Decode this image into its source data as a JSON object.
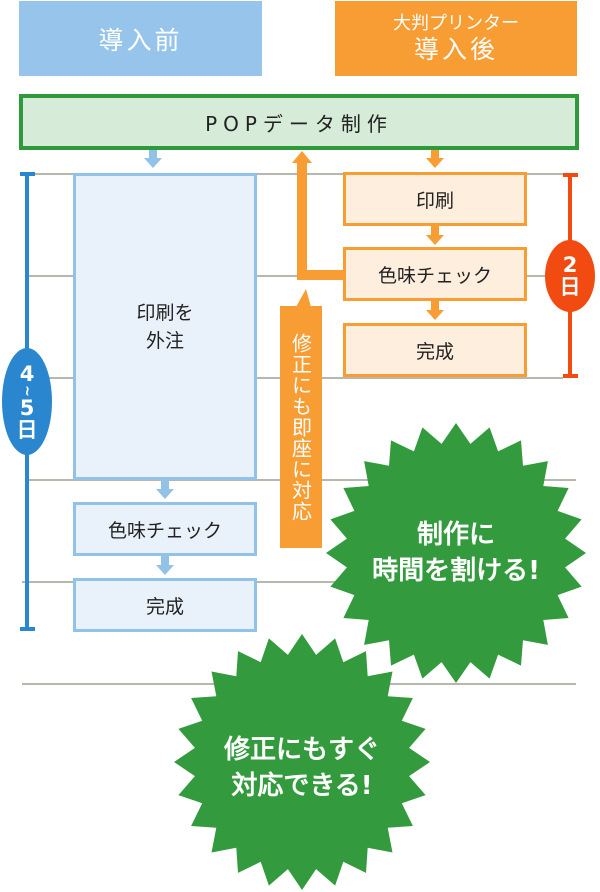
{
  "header": {
    "before_label": "導入前",
    "after_sub_label": "大判プリンター",
    "after_label": "導入後"
  },
  "pop_step": "POPデータ制作",
  "before_flow": {
    "steps": [
      "印刷を\n外注",
      "色味チェック",
      "完成"
    ],
    "outsource_line1": "印刷を",
    "outsource_line2": "外注",
    "duration_top": "4",
    "duration_tilde": "~",
    "duration_bottom": "5",
    "duration_unit": "日"
  },
  "after_flow": {
    "steps": [
      "印刷",
      "色味チェック",
      "完成"
    ],
    "duration_value": "2",
    "duration_unit": "日"
  },
  "callout": "修正にも即座に対応",
  "badges": {
    "time": {
      "line1": "制作に",
      "line2": "時間を割ける!"
    },
    "fix": {
      "line1": "修正にもすぐ",
      "line2": "対応できる!"
    }
  },
  "colors": {
    "before": "#97c4ea",
    "after": "#f79d33",
    "pop_border": "#2f9a3c",
    "badge": "#339b3e",
    "duration_before": "#2a87cf",
    "duration_after": "#f24b12"
  }
}
